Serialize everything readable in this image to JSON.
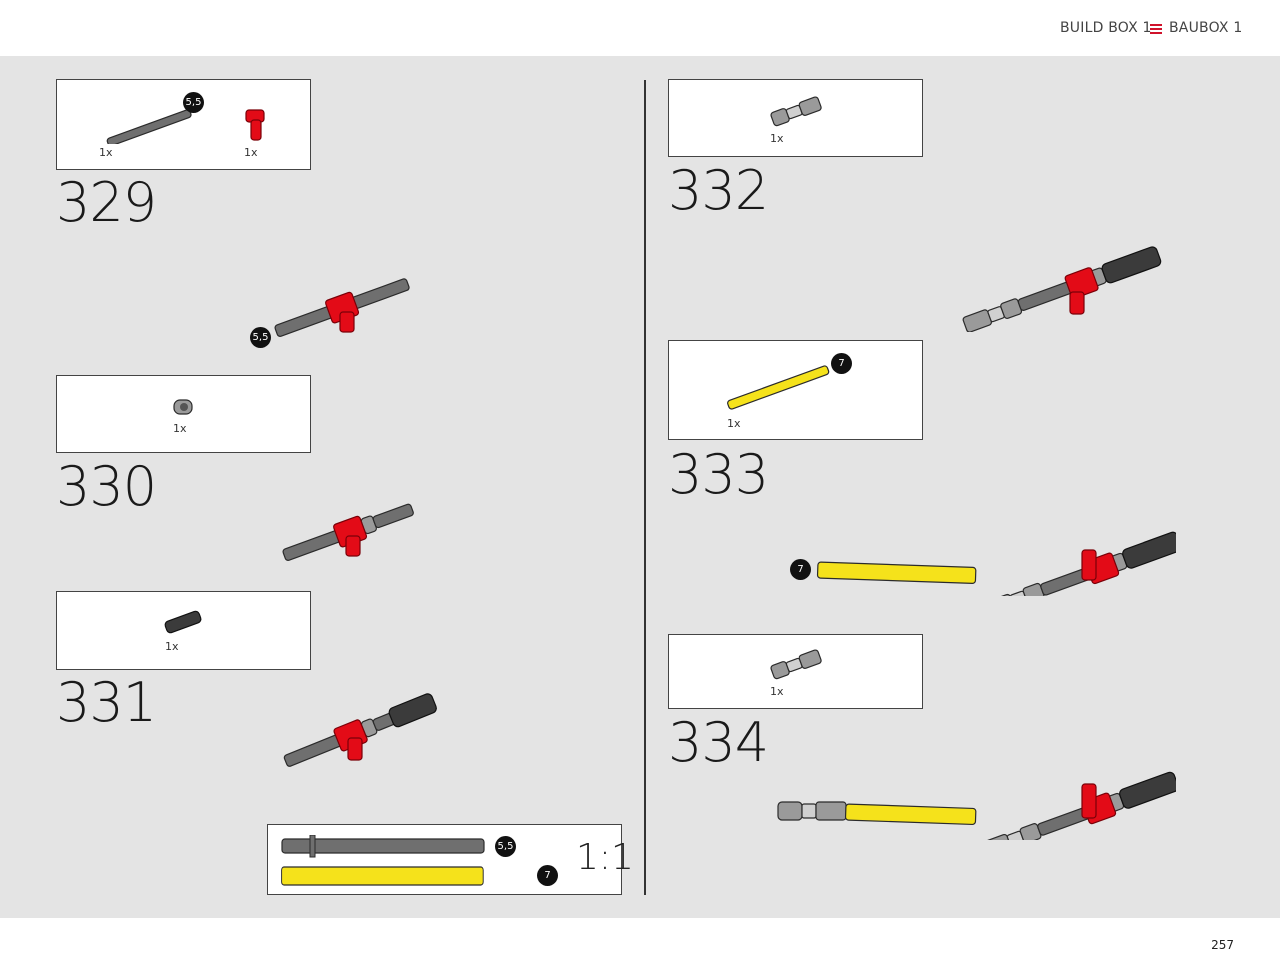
{
  "header": {
    "left_text": "BUILD BOX 1",
    "right_text": "BAUBOX 1",
    "accent_color": "#d0122b",
    "icon": "flag-icon"
  },
  "steps": [
    {
      "number": "329",
      "parts": [
        {
          "qty": "1x",
          "badge": "5,5"
        },
        {
          "qty": "1x"
        }
      ],
      "badge": "5,5"
    },
    {
      "number": "330",
      "parts": [
        {
          "qty": "1x"
        }
      ]
    },
    {
      "number": "331",
      "parts": [
        {
          "qty": "1x"
        }
      ]
    },
    {
      "number": "332",
      "parts": [
        {
          "qty": "1x"
        }
      ]
    },
    {
      "number": "333",
      "parts": [
        {
          "qty": "1x",
          "badge": "7"
        }
      ],
      "badge": "7"
    },
    {
      "number": "334",
      "parts": [
        {
          "qty": "1x"
        }
      ]
    }
  ],
  "scale_box": {
    "gray_badge": "5,5",
    "yellow_badge": "7",
    "scale": "1:1"
  },
  "colors": {
    "red": "#e30b17",
    "yellow": "#f5e21b",
    "gray": "#6f6f6f",
    "dark": "#2b2b2b"
  },
  "page_number": "257"
}
